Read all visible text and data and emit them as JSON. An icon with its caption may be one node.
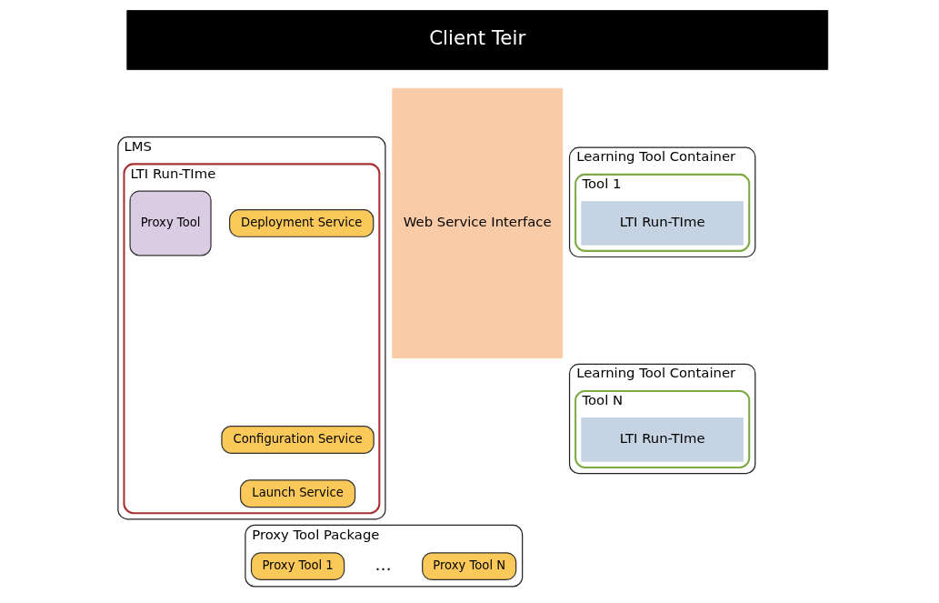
{
  "diagram": {
    "nodes": [
      {
        "text": [
          "Client Teir"
        ]
      },
      {
        "text": [
          "LMS"
        ]
      },
      {
        "text": [
          "LTI Run-TIme"
        ],
        "in": 1
      },
      {
        "text": [
          "Deployment Service"
        ],
        "in": 2
      },
      {
        "text": [
          "Configuration Service"
        ],
        "in": 2
      },
      {
        "text": [
          "Launch Service"
        ],
        "in": 2
      },
      {
        "text": [
          "Proxy Tool"
        ],
        "in": 2
      },
      {
        "text": [
          "Proxy Tool Package"
        ]
      },
      {
        "text": [
          "Proxy Tool 1"
        ],
        "in": 7
      },
      {
        "text": [
          "Proxy Tool N"
        ],
        "in": 7
      },
      {
        "text": [
          "Web Service Interface"
        ]
      },
      {
        "text": [
          "Learning Tool Container"
        ]
      },
      {
        "text": [
          "Tool 1"
        ],
        "in": 11
      },
      {
        "text": [
          "LTI Run-TIme"
        ],
        "in": 12
      },
      {
        "text": [
          "Learning Tool Container"
        ]
      },
      {
        "text": [
          "Tool N"
        ],
        "in": 14
      },
      {
        "text": [
          "LTI Run-TIme"
        ],
        "in": 15
      }
    ],
    "labels": [
      "…"
    ]
  }
}
